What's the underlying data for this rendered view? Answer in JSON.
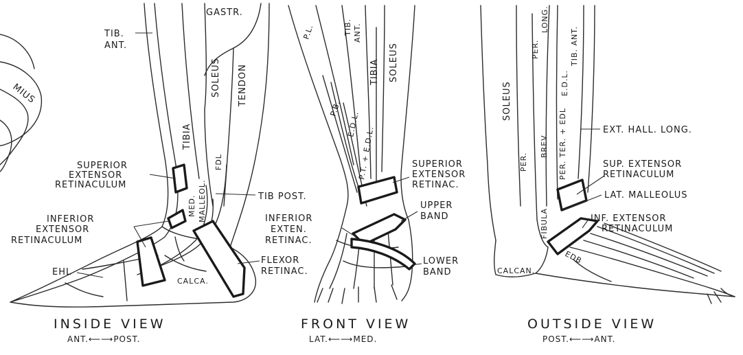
{
  "views": {
    "inside": {
      "title": "INSIDE VIEW",
      "direction": "ANT.⟵⟶POST.",
      "labels": {
        "partial_muscle": "MIUS",
        "gastr": "GASTR.",
        "tib_ant_1": "TIB.",
        "tib_ant_2": "ANT.",
        "soleus": "SOLEUS",
        "tendon": "TENDON",
        "tibia": "TIBIA",
        "med_malleol_1": "MED.",
        "med_malleol_2": "MALLEOL.",
        "fdl": "FDL",
        "sup_ret_1": "SUPERIOR",
        "sup_ret_2": "EXTENSOR",
        "sup_ret_3": "RETINACULUM",
        "inf_ret_1": "INFERIOR",
        "inf_ret_2": "EXTENSOR",
        "inf_ret_3": "RETINACULUM",
        "tib_post": "TIB POST.",
        "ehl": "EHL",
        "calca": "CALCA.",
        "flexor_1": "FLEXOR",
        "flexor_2": "RETINAC."
      }
    },
    "front": {
      "title": "FRONT VIEW",
      "direction": "LAT.⟵⟶MED.",
      "labels": {
        "pl": "P.L.",
        "tib_ant_1": "TIB.",
        "tib_ant_2": "ANT.",
        "tibia": "TIBIA",
        "soleus": "SOLEUS",
        "pb": "P.B.",
        "edl": "E.D.L.",
        "pt_edl": "P.T. + E.D.L.",
        "sup_1": "SUPERIOR",
        "sup_2": "EXTENSOR",
        "sup_3": "RETINAC.",
        "upper_1": "UPPER",
        "upper_2": "BAND",
        "inf_1": "INFERIOR",
        "inf_2": "EXTEN.",
        "inf_3": "RETINAC.",
        "lower_1": "LOWER",
        "lower_2": "BAND"
      }
    },
    "outside": {
      "title": "OUTSIDE VIEW",
      "direction": "POST.⟵⟶ANT.",
      "labels": {
        "soleus": "SOLEUS",
        "per_long_1": "PER.",
        "per_long_2": "LONG.",
        "tib_ant": "TIB. ANT.",
        "edl": "E.D.L.",
        "per": "PER.",
        "brev": "BREV.",
        "per_ter": "PER. TER. + EDL",
        "ext_hall": "EXT. HALL. LONG.",
        "sup_1": "SUP. EXTENSOR",
        "sup_2": "RETINACULUM",
        "lat_mall": "LAT. MALLEOLUS",
        "inf_1": "INF. EXTENSOR",
        "inf_2": "RETINACULUM",
        "fibula": "FIBULA",
        "calcan": "CALCAN.",
        "edb": "EDB"
      }
    }
  }
}
